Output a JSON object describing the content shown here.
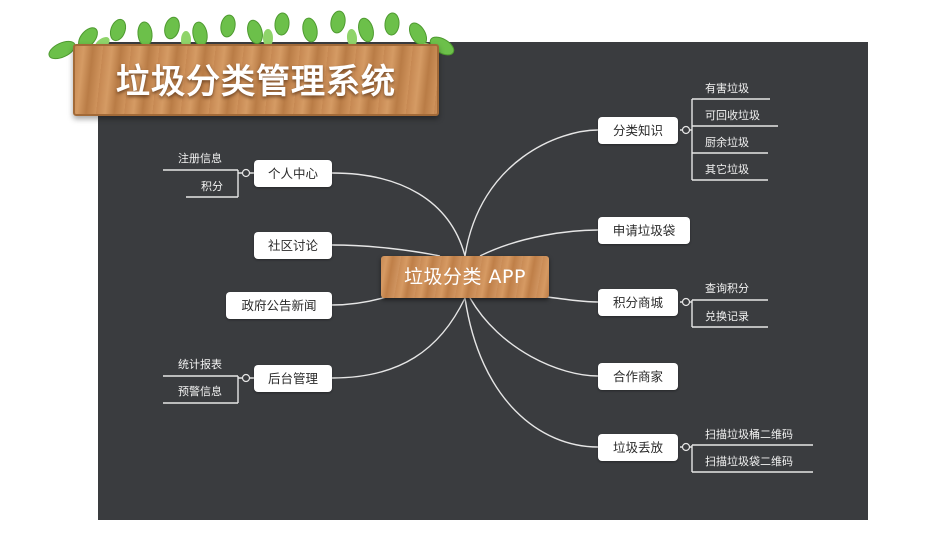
{
  "title": "垃圾分类管理系统",
  "center": {
    "label": "垃圾分类 APP"
  },
  "left_branches": [
    {
      "label": "个人中心",
      "leaves": [
        "注册信息",
        "积分"
      ]
    },
    {
      "label": "社区讨论",
      "leaves": []
    },
    {
      "label": "政府公告新闻",
      "leaves": []
    },
    {
      "label": "后台管理",
      "leaves": [
        "统计报表",
        "预警信息"
      ]
    }
  ],
  "right_branches": [
    {
      "label": "分类知识",
      "leaves": [
        "有害垃圾",
        "可回收垃圾",
        "厨余垃圾",
        "其它垃圾"
      ]
    },
    {
      "label": "申请垃圾袋",
      "leaves": []
    },
    {
      "label": "积分商城",
      "leaves": [
        "查询积分",
        "兑换记录"
      ]
    },
    {
      "label": "合作商家",
      "leaves": []
    },
    {
      "label": "垃圾丢放",
      "leaves": [
        "扫描垃圾桶二维码",
        "扫描垃圾袋二维码"
      ]
    }
  ],
  "colors": {
    "canvas": "#3a3c3f",
    "node": "#ffffff",
    "wood": "#c98b55",
    "connector": "#e8e8e8",
    "leaf_green": "#6cc04a"
  }
}
